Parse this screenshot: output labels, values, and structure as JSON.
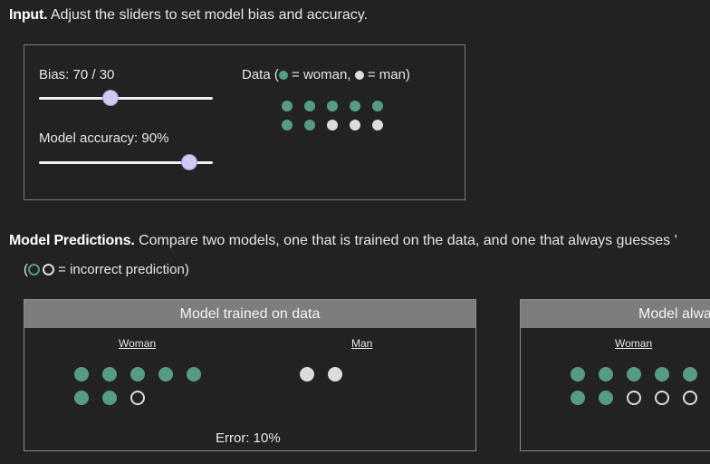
{
  "input_section": {
    "title": "Input.",
    "description": " Adjust the sliders to set model bias and accuracy."
  },
  "controls": {
    "bias_label": "Bias: 70 / 30",
    "bias_value": 0.4,
    "accuracy_label": "Model accuracy: 90%",
    "accuracy_value": 0.9,
    "data_legend": {
      "prefix": "Data (",
      "woman": " = woman, ",
      "man": " = man)"
    }
  },
  "data_dots": [
    [
      "woman",
      "woman",
      "woman",
      "woman",
      "woman"
    ],
    [
      "woman",
      "woman",
      "man",
      "man",
      "man"
    ]
  ],
  "predictions_section": {
    "title": "Model Predictions.",
    "description": " Compare two models, one that is trained on the data, and one that always guesses '",
    "legend_open": "(",
    "legend_text": " = incorrect prediction)"
  },
  "panel_trained": {
    "title": "Model trained on data",
    "woman_label": "Woman",
    "man_label": "Man",
    "woman_dots": [
      [
        "woman",
        "woman",
        "woman",
        "woman",
        "woman"
      ],
      [
        "woman",
        "woman",
        "wrong-man"
      ]
    ],
    "man_dots": [
      [
        "man",
        "man"
      ]
    ],
    "error": "Error: 10%"
  },
  "panel_always": {
    "title": "Model alwa",
    "woman_label": "Woman",
    "woman_dots": [
      [
        "woman",
        "woman",
        "woman",
        "woman",
        "woman"
      ],
      [
        "woman",
        "woman",
        "wrong-man",
        "wrong-man",
        "wrong-man"
      ]
    ]
  },
  "colors": {
    "woman": "#569c82",
    "man": "#dcdcdc",
    "thumb": "#d4c9f5"
  }
}
